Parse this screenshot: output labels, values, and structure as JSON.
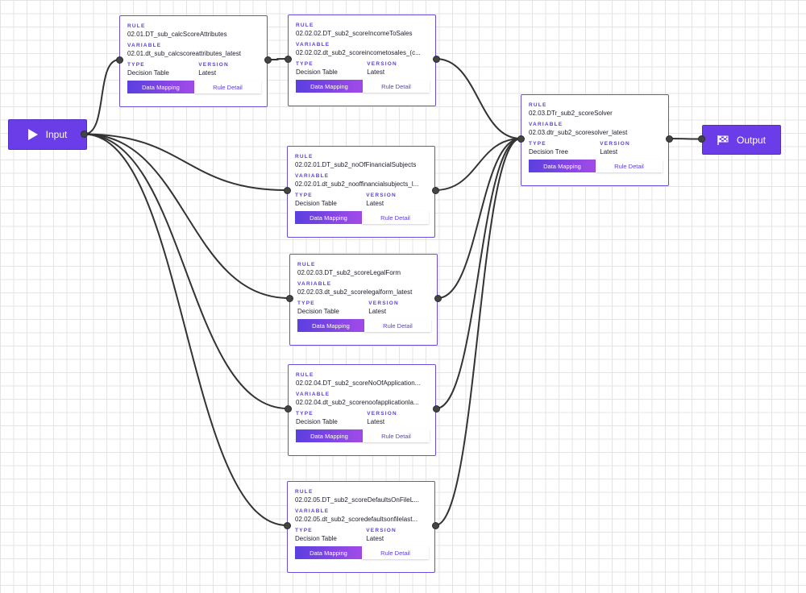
{
  "input_node": {
    "label": "Input",
    "icon": "play-icon"
  },
  "output_node": {
    "label": "Output",
    "icon": "checkered-flag-icon"
  },
  "field_labels": {
    "rule": "RULE",
    "variable": "VARIABLE",
    "type": "TYPE",
    "version": "VERSION"
  },
  "buttons": {
    "data_mapping": "Data Mapping",
    "rule_detail": "Rule Detail"
  },
  "colors": {
    "accent": "#6a3de8",
    "gradient_end": "#a24be8",
    "edge": "#333333",
    "port": "#444444"
  },
  "rules": [
    {
      "rule": "02.01.DT_sub_calcScoreAttributes",
      "variable": "02.01.dt_sub_calcscoreattributes_latest",
      "type": "Decision Table",
      "version": "Latest"
    },
    {
      "rule": "02.02.02.DT_sub2_scoreIncomeToSales",
      "variable": "02.02.02.dt_sub2_scoreincometosales_(c...",
      "type": "Decision Table",
      "version": "Latest"
    },
    {
      "rule": "02.02.01.DT_sub2_noOfFinancialSubjects",
      "variable": "02.02.01.dt_sub2_nooffinancialsubjects_l...",
      "type": "Decision Table",
      "version": "Latest"
    },
    {
      "rule": "02.02.03.DT_sub2_scoreLegalForm",
      "variable": "02.02.03.dt_sub2_scorelegalform_latest",
      "type": "Decision Table",
      "version": "Latest"
    },
    {
      "rule": "02.02.04.DT_sub2_scoreNoOfApplication...",
      "variable": "02.02.04.dt_sub2_scorenoofapplicationla...",
      "type": "Decision Table",
      "version": "Latest"
    },
    {
      "rule": "02.02.05.DT_sub2_scoreDefaultsOnFileL...",
      "variable": "02.02.05.dt_sub2_scoredefaultsonfilelast...",
      "type": "Decision Table",
      "version": "Latest"
    },
    {
      "rule": "02.03.DTr_sub2_scoreSolver",
      "variable": "02.03.dtr_sub2_scoresolver_latest",
      "type": "Decision Tree",
      "version": "Latest"
    }
  ]
}
